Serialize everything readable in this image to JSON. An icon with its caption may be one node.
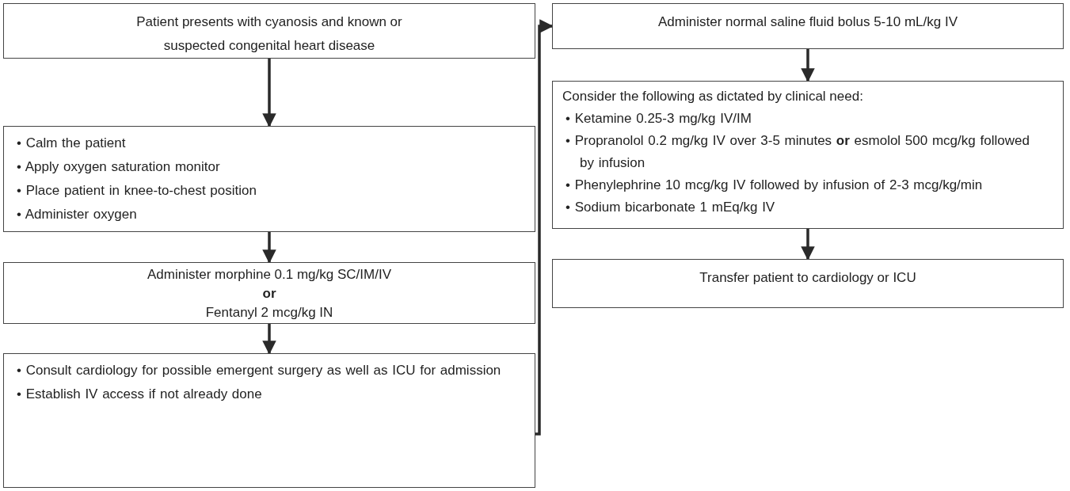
{
  "diagram": {
    "nodes": [
      {
        "text": [
          "Patient presents with cyanosis and known or suspected congenital heart disease"
        ]
      },
      {
        "text": [
          "• Calm the patient",
          "• Apply oxygen saturation monitor",
          "• Place patient in knee-to-chest position",
          "• Administer oxygen"
        ]
      },
      {
        "text": [
          "Administer morphine 0.1 mg/kg SC/IM/IV",
          "or",
          "Fentanyl 2 mcg/kg IN"
        ]
      },
      {
        "text": [
          "• Consult cardiology for possible emergent surgery as well as ICU for admission",
          "• Establish IV access if not already done"
        ]
      },
      {
        "text": [
          "Administer normal saline fluid bolus 5-10 mL/kg IV"
        ]
      },
      {
        "text": [
          "Consider the following as dictated by clinical need:",
          "• Ketamine 0.25-3 mg/kg IV/IM",
          "• Propranolol 0.2 mg/kg IV over 3-5 minutes **or** esmolol 500 mcg/kg followed by infusion",
          "• Phenylephrine 10 mcg/kg IV followed by infusion of 2-3 mcg/kg/min",
          "• Sodium bicarbonate 1 mEq/kg IV"
        ]
      },
      {
        "text": [
          "Transfer patient to cardiology or ICU"
        ]
      }
    ],
    "edges": [
      {
        "from": 0,
        "to": 1,
        "arrow": "to"
      },
      {
        "from": 1,
        "to": 2,
        "arrow": "to"
      },
      {
        "from": 2,
        "to": 3,
        "arrow": "to"
      },
      {
        "from": 3,
        "to": 4,
        "arrow": "to"
      },
      {
        "from": 4,
        "to": 5,
        "arrow": "to"
      },
      {
        "from": 5,
        "to": 6,
        "arrow": "to"
      }
    ]
  }
}
